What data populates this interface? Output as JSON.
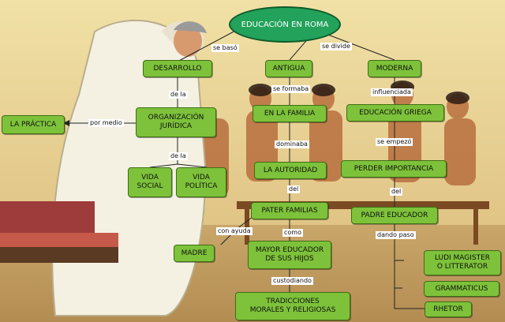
{
  "colors": {
    "node_fill": "#7dc23a",
    "node_border": "#3f6e14",
    "root_fill": "#22a25a",
    "line": "#222222"
  },
  "root": "EDUCACIÓN EN ROMA",
  "nodes": {
    "desarrollo": "DESARROLLO",
    "antigua": "ANTIGUA",
    "moderna": "MODERNA",
    "la_practica": "LA PRÁCTICA",
    "organizacion_juridica": "ORGANIZACIÓN\nJURÍDICA",
    "en_la_familia": "EN LA FAMILIA",
    "educacion_griega": "EDUCACIÓN GRIEGA",
    "vida_social": "VIDA\nSOCIAL",
    "vida_politica": "VIDA\nPOLÍTICA",
    "la_autoridad": "LA AUTORIDAD",
    "perder_importancia": "PERDER IMPORTANCIA",
    "pater_familias": "PATER FAMILIAS",
    "padre_educador": "PADRE EDUCADOR",
    "madre": "MADRE",
    "mayor_educador": "MAYOR EDUCADOR\nDE SUS HIJOS",
    "ludi_magister": "LUDI MAGISTER\nO LITTERATOR",
    "grammaticus": "GRAMMATICUS",
    "rhetor": "RHETOR",
    "tradiciones": "TRADICCIONES\nMORALES Y RELIGIOSAS"
  },
  "links": {
    "se_baso": "se basó",
    "se_divide": "se divide",
    "de_la_1": "de la",
    "por_medio": "por medio",
    "de_la_2": "de la",
    "se_formaba": "se formaba",
    "dominaba": "dominaba",
    "del_1": "del",
    "influenciada": "influenciada",
    "se_empezo": "se empezó",
    "del_2": "del",
    "dando_paso": "dando paso",
    "con_ayuda": "con ayuda",
    "como": "como",
    "custodiando": "custodiando"
  }
}
